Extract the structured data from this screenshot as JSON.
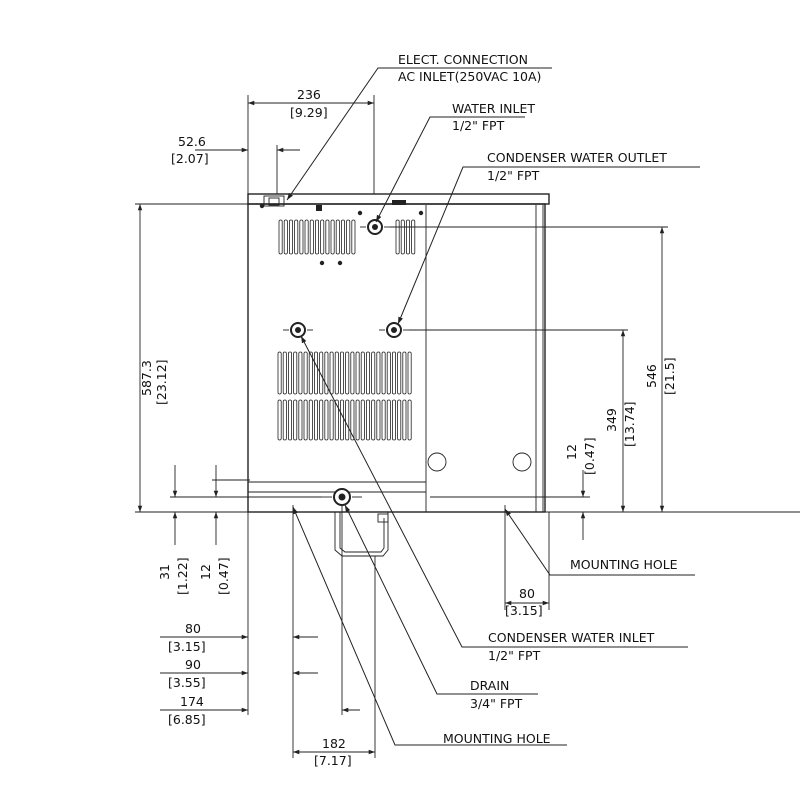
{
  "callouts": {
    "elect_title": "ELECT. CONNECTION",
    "elect_sub": "AC INLET(250VAC 10A)",
    "water_inlet_title": "WATER INLET",
    "water_inlet_sub": "1/2\" FPT",
    "cond_outlet_title": "CONDENSER WATER OUTLET",
    "cond_outlet_sub": "1/2\" FPT",
    "mounting_right": "MOUNTING HOLE",
    "cond_inlet_title": "CONDENSER WATER INLET",
    "cond_inlet_sub": "1/2\" FPT",
    "drain_title": "DRAIN",
    "drain_sub": "3/4\" FPT",
    "mounting_bottom": "MOUNTING HOLE"
  },
  "dimensions": {
    "d236": "236",
    "d236_in": "[9.29]",
    "d52": "52.6",
    "d52_in": "[2.07]",
    "d587": "587.3",
    "d587_in": "[23.12]",
    "d546": "546",
    "d546_in": "[21.5]",
    "d349": "349",
    "d349_in": "[13.74]",
    "d12r": "12",
    "d12r_in": "[0.47]",
    "d31": "31",
    "d31_in": "[1.22]",
    "d12l": "12",
    "d12l_in": "[0.47]",
    "d80r": "80",
    "d80r_in": "[3.15]",
    "d80l": "80",
    "d80l_in": "[3.15]",
    "d90": "90",
    "d90_in": "[3.55]",
    "d174": "174",
    "d174_in": "[6.85]",
    "d182": "182",
    "d182_in": "[7.17]"
  }
}
